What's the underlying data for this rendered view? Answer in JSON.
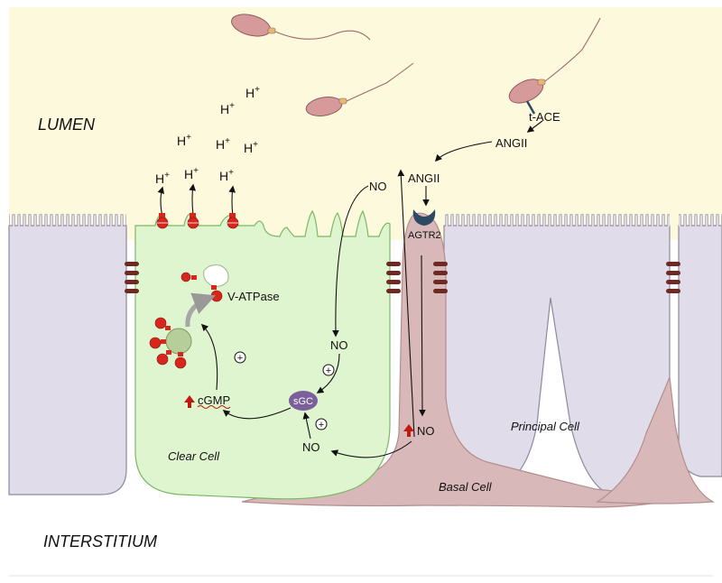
{
  "regions": {
    "lumen": "LUMEN",
    "interstitium": "INTERSTITIUM"
  },
  "cells": {
    "clear_cell": "Clear Cell",
    "principal_cell": "Principal Cell",
    "basal_cell": "Basal Cell"
  },
  "molecules": {
    "t_ace": "t-ACE",
    "angii_top": "ANGII",
    "angii_receptor": "ANGII",
    "agtr2": "AGTR2",
    "no_top": "NO",
    "no_mid": "NO",
    "no_basal": "NO",
    "no_bottom": "NO",
    "sgc": "sGC",
    "cgmp": "cGMP",
    "v_atpase": "V-ATPase",
    "plus_sign": "+"
  },
  "protons": [
    {
      "base": "H",
      "charge": "+"
    },
    {
      "base": "H",
      "charge": "+"
    },
    {
      "base": "H",
      "charge": "+"
    },
    {
      "base": "H",
      "charge": "+"
    },
    {
      "base": "H",
      "charge": "+"
    },
    {
      "base": "H",
      "charge": "+"
    },
    {
      "base": "H",
      "charge": "+"
    },
    {
      "base": "H",
      "charge": "+"
    }
  ],
  "colors": {
    "lumen": "#fdf9dd",
    "clear_cell": "#dff5cf",
    "principal_cell": "#e0dcea",
    "basal_cell": "#d8b8b8",
    "sperm": "#d69a9a",
    "junction": "#6e2a22",
    "pump_red": "#d8261c",
    "sgc": "#7a5f9a",
    "agtr2": "#2d4a63",
    "up_arrow": "#c01a10"
  }
}
